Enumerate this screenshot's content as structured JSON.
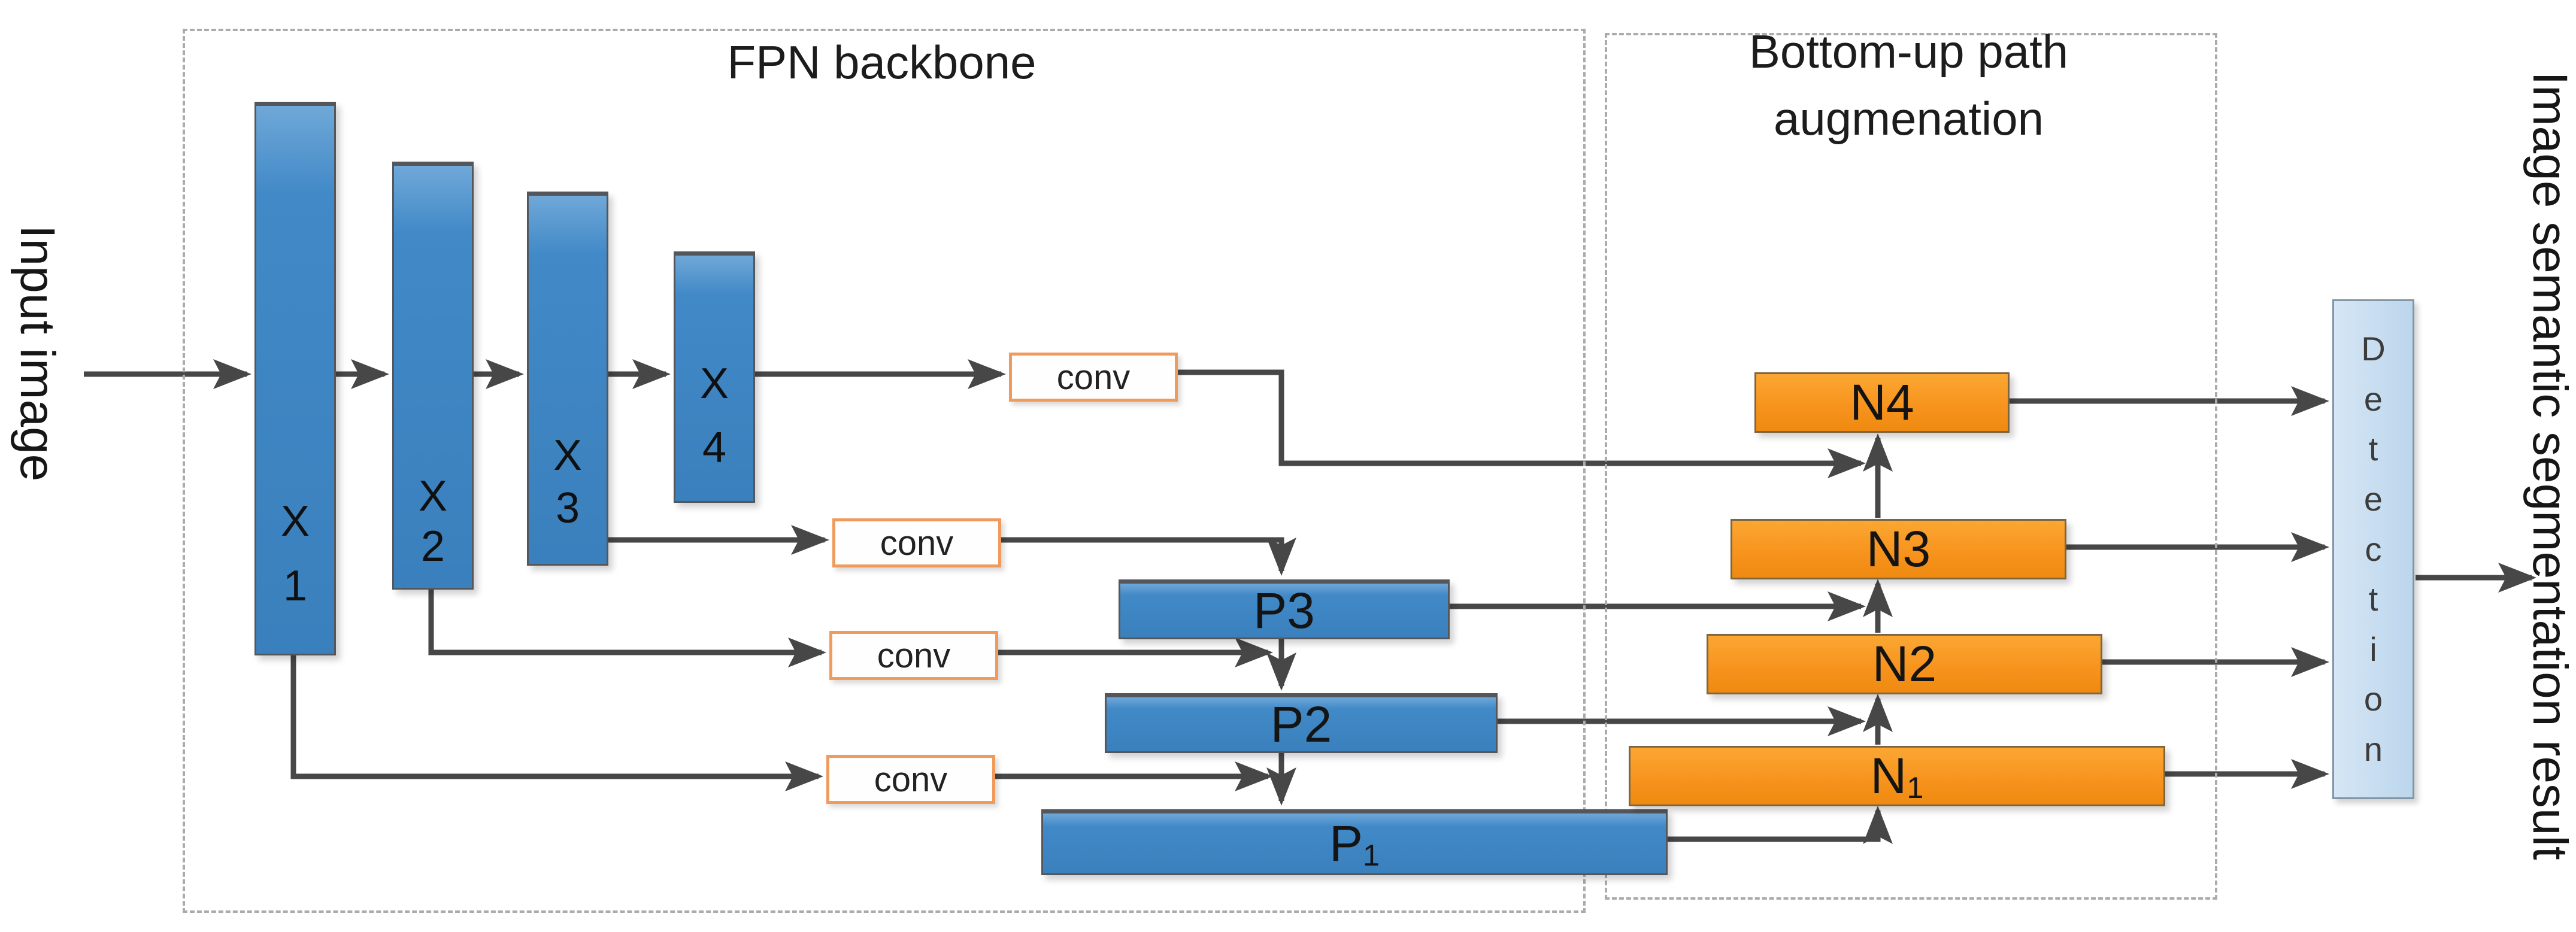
{
  "figure": {
    "input_label": "Input image",
    "output_label": "Image semantic segmentation result"
  },
  "fpn": {
    "title": "FPN backbone",
    "conv_label": "conv",
    "x_bars": [
      {
        "letter": "X",
        "digit": "1"
      },
      {
        "letter": "X",
        "digit": "2"
      },
      {
        "letter": "X",
        "digit": "3"
      },
      {
        "letter": "X",
        "digit": "4"
      }
    ],
    "p_bars": [
      {
        "prefix": "P",
        "digit": "3",
        "subscript": false
      },
      {
        "prefix": "P",
        "digit": "2",
        "subscript": false
      },
      {
        "prefix": "P",
        "digit": "1",
        "subscript": true
      }
    ]
  },
  "bottom_up": {
    "title_line1": "Bottom-up path",
    "title_line2": "augmenation",
    "n_bars": [
      {
        "prefix": "N",
        "digit": "4",
        "subscript": false
      },
      {
        "prefix": "N",
        "digit": "3",
        "subscript": false
      },
      {
        "prefix": "N",
        "digit": "2",
        "subscript": false
      },
      {
        "prefix": "N",
        "digit": "1",
        "subscript": true
      }
    ]
  },
  "detection": {
    "letters": [
      "D",
      "e",
      "t",
      "e",
      "c",
      "t",
      "i",
      "o",
      "n"
    ]
  },
  "colors": {
    "x_p_bar_blue": "#3E86C0",
    "n_bar_orange": "#F7941E",
    "detection_fill_blue": "#C5DCF0",
    "conv_border_orange": "#F09A5B",
    "connector_gray": "#474747",
    "dashed_border_gray": "#ABABAB"
  }
}
